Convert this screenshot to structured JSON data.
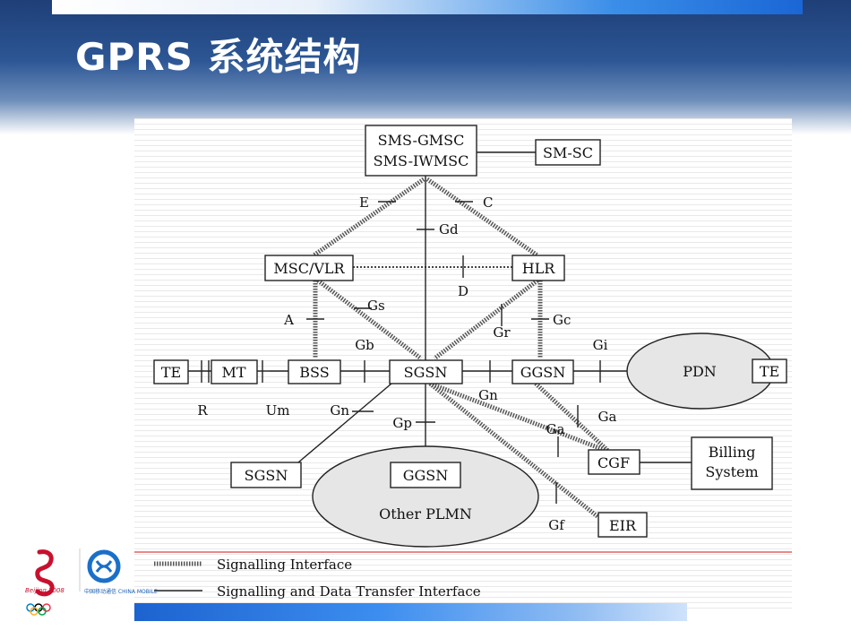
{
  "slide": {
    "title": "GPRS 系统结构"
  },
  "colors": {
    "header_dark": "#1f3f78",
    "title_text": "#ffffff",
    "bottom_bar": "#1c63d0",
    "ellipse_fill": "#e6e6e6",
    "legend_divider": "#e06060"
  },
  "nodes": {
    "sms_gmsc_line1": "SMS-GMSC",
    "sms_gmsc_line2": "SMS-IWMSC",
    "sm_sc": "SM-SC",
    "msc_vlr": "MSC/VLR",
    "hlr": "HLR",
    "te_left": "TE",
    "mt": "MT",
    "bss": "BSS",
    "sgsn_main": "SGSN",
    "ggsn_main": "GGSN",
    "pdn": "PDN",
    "te_right": "TE",
    "sgsn_other": "SGSN",
    "ggsn_other": "GGSN",
    "other_plmn": "Other PLMN",
    "cgf": "CGF",
    "billing_line1": "Billing",
    "billing_line2": "System",
    "eir": "EIR"
  },
  "interfaces": {
    "e": "E",
    "c": "C",
    "gd": "Gd",
    "d": "D",
    "a": "A",
    "gs": "Gs",
    "gr": "Gr",
    "gc": "Gc",
    "gb": "Gb",
    "gi": "Gi",
    "r": "R",
    "um": "Um",
    "gn_left": "Gn",
    "gn_right": "Gn",
    "gp": "Gp",
    "ga_left": "Ga",
    "ga_right": "Ga",
    "gf": "Gf"
  },
  "legend": {
    "signalling": "Signalling Interface",
    "signalling_data": "Signalling and Data Transfer Interface"
  },
  "logos": {
    "olympic_text": "Beijing 2008",
    "cm_text": "中国移动通信 CHINA MOBILE"
  }
}
